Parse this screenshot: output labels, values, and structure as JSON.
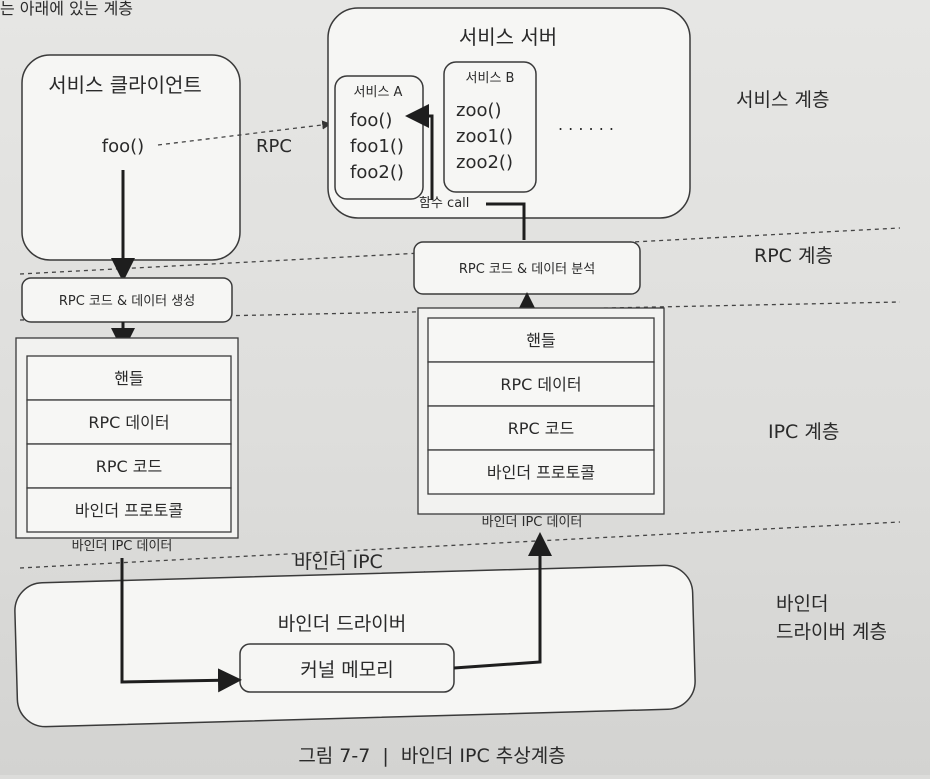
{
  "top_fragment": "는 아래에 있는 계층",
  "service_client": {
    "title": "서비스 클라이언트",
    "call": "foo()"
  },
  "rpc_label": "RPC",
  "service_server": {
    "title": "서비스 서버",
    "service_a": {
      "title": "서비스 A",
      "methods": [
        "foo()",
        "foo1()",
        "foo2()"
      ]
    },
    "service_b": {
      "title": "서비스 B",
      "methods": [
        "zoo()",
        "zoo1()",
        "zoo2()"
      ]
    },
    "ellipsis": ". . . . . .",
    "func_call": "함수 call"
  },
  "rpc_gen": "RPC 코드 & 데이터 생성",
  "rpc_parse": "RPC 코드 & 데이터 분석",
  "ipc_left": {
    "cells": [
      "핸들",
      "RPC 데이터",
      "RPC 코드",
      "바인더 프로토콜"
    ],
    "caption": "바인더 IPC 데이터"
  },
  "ipc_right": {
    "cells": [
      "핸들",
      "RPC 데이터",
      "RPC 코드",
      "바인더 프로토콜"
    ],
    "caption": "바인더 IPC 데이터"
  },
  "binder_ipc": "바인더 IPC",
  "binder_driver": {
    "title": "바인더 드라이버",
    "kernel": "커널 메모리"
  },
  "layers": {
    "service": "서비스 계층",
    "rpc": "RPC 계층",
    "ipc": "IPC 계층",
    "driver_line1": "바인더",
    "driver_line2": "드라이버 계층"
  },
  "figure_caption": "그림 7-7  |  바인더 IPC 추상계층"
}
